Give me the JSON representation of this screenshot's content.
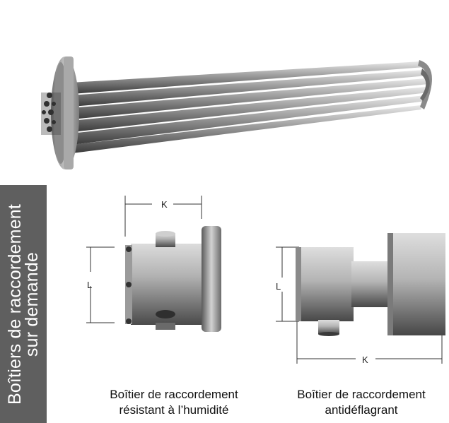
{
  "side_tab": {
    "line1": "Boîtiers de raccordement",
    "line2": "sur demande"
  },
  "left_box": {
    "dim_k": "K",
    "dim_l": "L",
    "caption_line1": "Boîtier de raccordement",
    "caption_line2": "résistant à l’humidité"
  },
  "right_box": {
    "dim_k": "K",
    "dim_l": "L",
    "caption_line1": "Boîtier de raccordement",
    "caption_line2": "antidéflagrant"
  }
}
